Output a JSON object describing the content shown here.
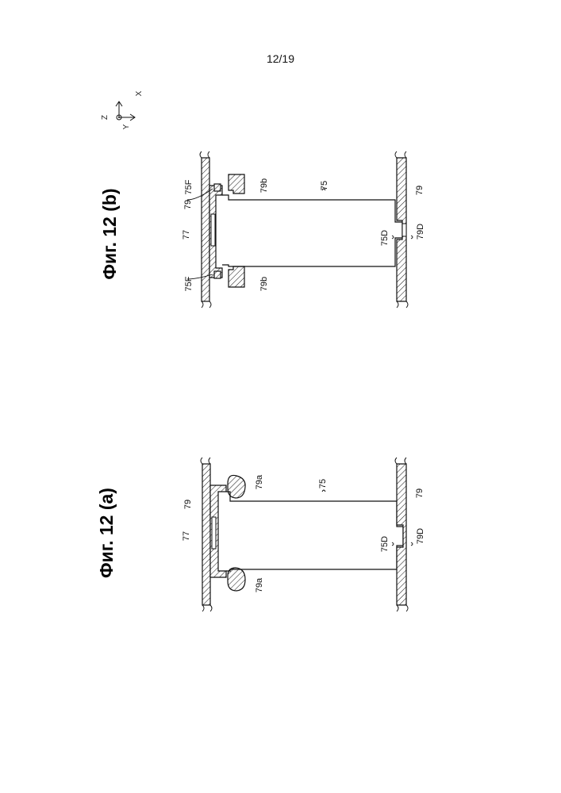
{
  "page": {
    "number": "12/19"
  },
  "axes_indicator": {
    "z": "Z",
    "y": "Y",
    "x": "X"
  },
  "figures": {
    "a": {
      "title": "Фиг. 12 (a)",
      "labels": {
        "wall_top": "79",
        "plate": "77",
        "lump_left": "79a",
        "lump_right": "79a",
        "body": "75",
        "notch": "75D",
        "wall_bottom": "79",
        "socket": "79D"
      }
    },
    "b": {
      "title": "Фиг. 12 (b)",
      "labels": {
        "wall_top": "79",
        "plate": "77",
        "flange_left": "75F",
        "flange_right": "75F",
        "block_left": "79b",
        "block_right": "79b",
        "body": "75",
        "notch": "75D",
        "wall_bottom": "79",
        "socket": "79D"
      }
    }
  }
}
